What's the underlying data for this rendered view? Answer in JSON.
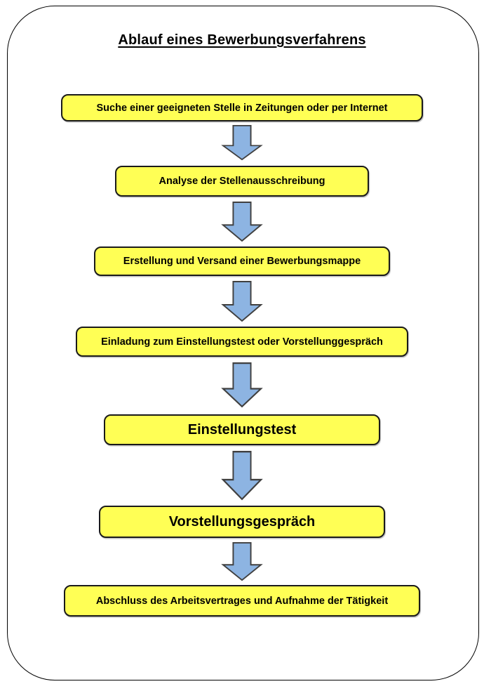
{
  "title": "Ablauf eines Bewerbungsverfahrens",
  "steps": [
    {
      "label": "Suche einer geeigneten Stelle in Zeitungen oder per Internet",
      "emphasis": false
    },
    {
      "label": "Analyse der Stellenausschreibung",
      "emphasis": false
    },
    {
      "label": "Erstellung und Versand einer Bewerbungsmappe",
      "emphasis": false
    },
    {
      "label": "Einladung zum Einstellungstest oder Vorstellunggespräch",
      "emphasis": false
    },
    {
      "label": "Einstellungstest",
      "emphasis": true
    },
    {
      "label": "Vorstellungsgespräch",
      "emphasis": true
    },
    {
      "label": "Abschluss des Arbeitsvertrages und Aufnahme der Tätigkeit",
      "emphasis": false
    }
  ],
  "connector_icon": "down-arrow",
  "colors": {
    "box_fill": "#FFFF55",
    "box_border": "#1A1A1A",
    "arrow_fill": "#8DB4E2",
    "arrow_border": "#404040",
    "frame_border": "#000000",
    "background": "#FFFFFF",
    "text": "#000000"
  }
}
